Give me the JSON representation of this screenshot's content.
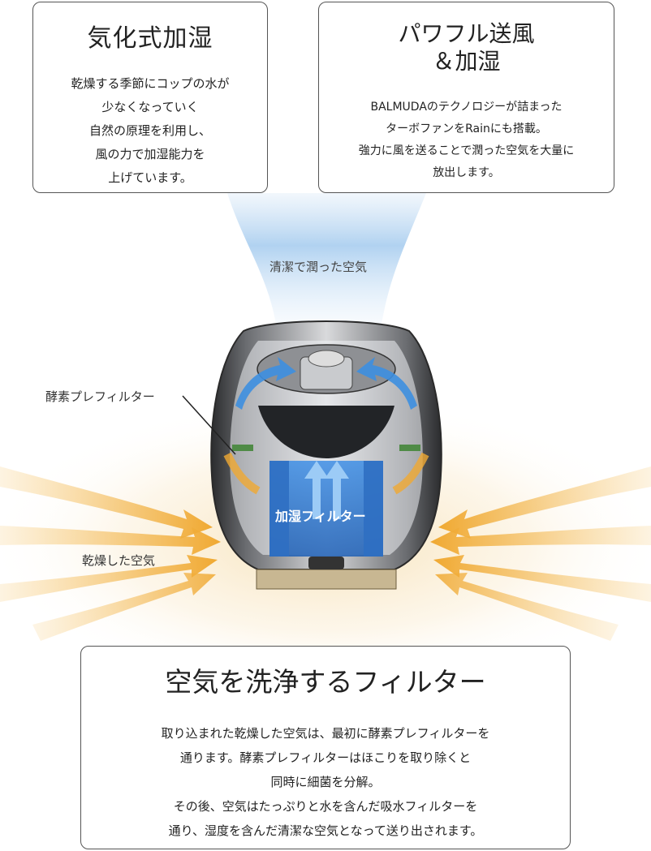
{
  "box_left": {
    "title": "気化式加湿",
    "body": "乾燥する季節にコップの水が\n少なくなっていく\n自然の原理を利用し、\n風の力で加湿能力を\n上げています。"
  },
  "box_right": {
    "title": "パワフル送風\n＆加湿",
    "body": "BALMUDAのテクノロジーが詰まった\nターボファンをRainにも搭載。\n強力に風を送ることで潤った空気を大量に\n放出します。"
  },
  "labels": {
    "clean_air": "清潔で潤った空気",
    "prefilter": "酵素プレフィルター",
    "dry_air": "乾燥した空気",
    "humidify_filter": "加湿フィルター"
  },
  "box_bottom": {
    "title": "空気を洗浄するフィルター",
    "body": "取り込まれた乾燥した空気は、最初に酵素プレフィルターを\n通ります。酵素プレフィルターはほこりを取り除くと\n同時に細菌を分解。\nその後、空気はたっぷりと水を含んだ吸水フィルターを\n通り、湿度を含んだ清潔な空気となって送り出されます。"
  },
  "colors": {
    "dry_air_arrow": "#f0b340",
    "clean_air_glow": "#9cc7ea",
    "airflow_blue": "#3d8fe0",
    "housing_dark": "#3a3b3d",
    "box_border": "#555555"
  }
}
